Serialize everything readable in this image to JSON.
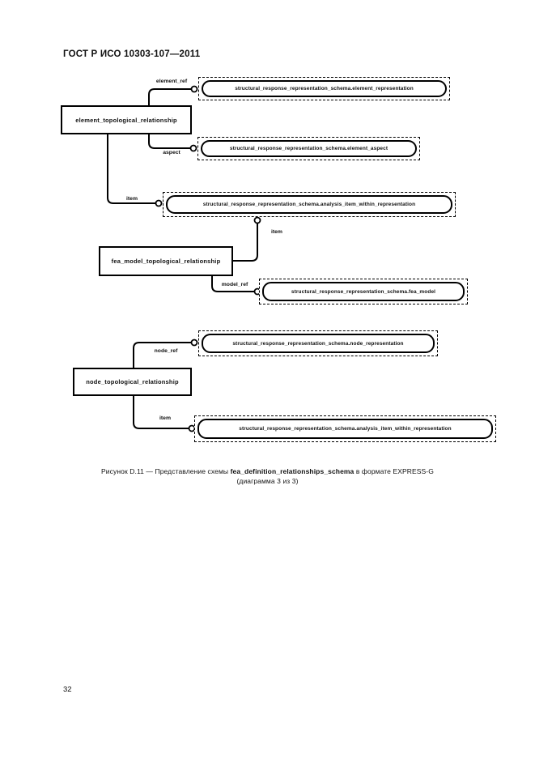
{
  "page": {
    "header": "ГОСТ Р ИСО 10303-107—2011",
    "page_number": "32"
  },
  "diagram": {
    "entities": [
      {
        "id": "element_topological_relationship",
        "label": "element_topological_relationship"
      },
      {
        "id": "fea_model_topological_relationship",
        "label": "fea_model_topological_relationship"
      },
      {
        "id": "node_topological_relationship",
        "label": "node_topological_relationship"
      }
    ],
    "references": [
      {
        "id": "element_representation",
        "label": "structural_response_representation_schema.element_representation"
      },
      {
        "id": "element_aspect",
        "label": "structural_response_representation_schema.element_aspect"
      },
      {
        "id": "analysis_item_within_representation_1",
        "label": "structural_response_representation_schema.analysis_item_within_representation"
      },
      {
        "id": "fea_model",
        "label": "structural_response_representation_schema.fea_model"
      },
      {
        "id": "node_representation",
        "label": "structural_response_representation_schema.node_representation"
      },
      {
        "id": "analysis_item_within_representation_2",
        "label": "structural_response_representation_schema.analysis_item_within_representation"
      }
    ],
    "relations": [
      {
        "label": "element_ref"
      },
      {
        "label": "aspect"
      },
      {
        "label": "item"
      },
      {
        "label": "item"
      },
      {
        "label": "model_ref"
      },
      {
        "label": "node_ref"
      },
      {
        "label": "item"
      }
    ]
  },
  "caption": {
    "prefix": "Рисунок  D.11 — Представление схемы ",
    "bold": "fea_definition_relationships_schema",
    "suffix": " в формате EXPRESS-G",
    "line2": "(диаграмма 3 из 3)"
  },
  "colors": {
    "ink": "#111111",
    "paper": "#ffffff"
  }
}
